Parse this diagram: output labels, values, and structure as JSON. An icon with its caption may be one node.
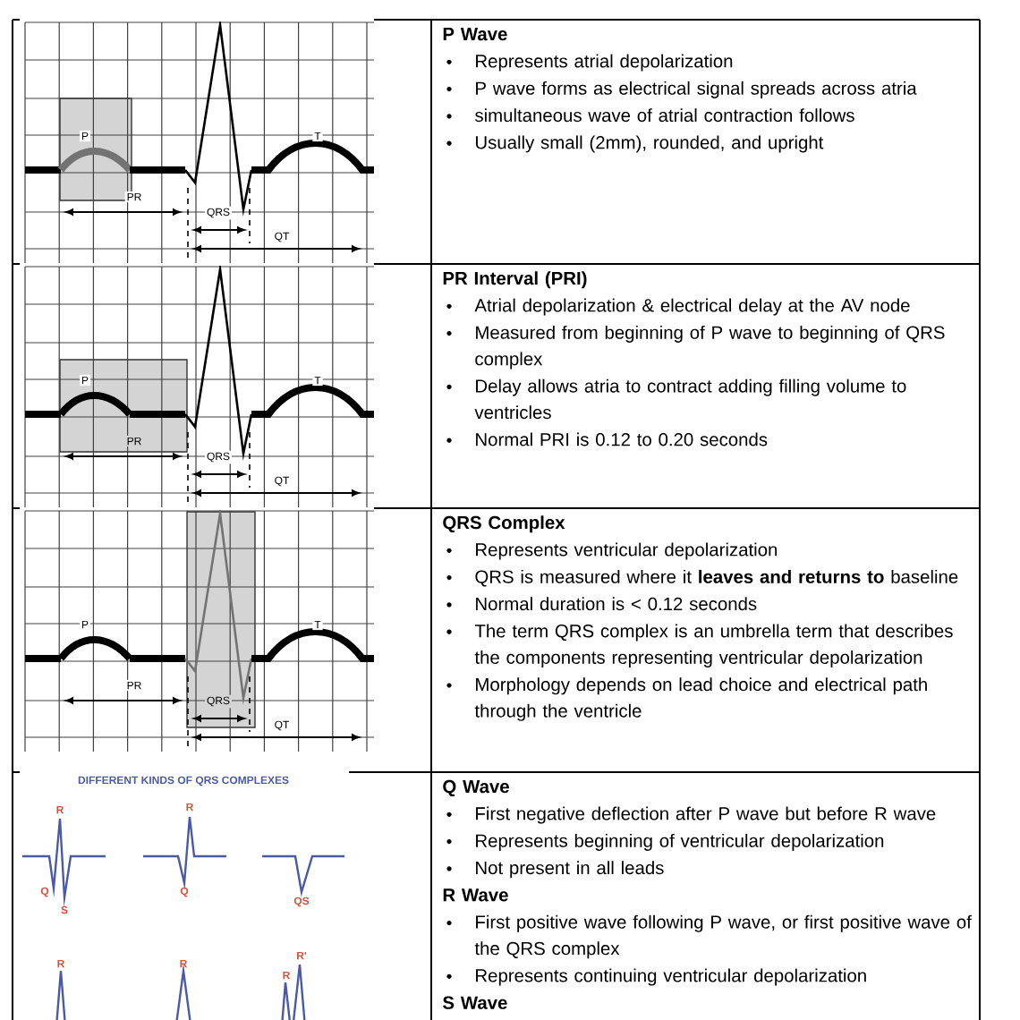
{
  "diagram": {
    "labels": [
      "P",
      "T",
      "PR",
      "QRS",
      "QT",
      "P Wave",
      "Represents atrial depolarization",
      "P wave forms as electrical signal spreads across atria",
      "simultaneous wave of atrial contraction follows",
      "Usually small (2mm), rounded, and upright",
      "P",
      "T",
      "PR",
      "QRS",
      "QT",
      "PR Interval (PRI)",
      "Atrial depolarization & electrical delay at the AV node",
      "Measured from beginning of P wave to beginning of QRS complex",
      "Delay allows atria to contract adding filling volume to ventricles",
      "Normal PRI is 0.12 to 0.20 seconds",
      "P",
      "T",
      "PR",
      "QRS",
      "QT",
      "QRS Complex",
      "Represents ventricular depolarization",
      "QRS is measured where it **leaves and returns to** baseline",
      "Normal duration is < 0.12 seconds",
      "The term QRS complex is an umbrella term that describes the components representing ventricular depolarization",
      "Morphology depends on lead choice and electrical path through the ventricle",
      "DIFFERENT KINDS OF QRS COMPLEXES",
      "R",
      "R",
      "Q",
      "S",
      "Q",
      "QS",
      "R",
      "R",
      "R",
      "R'",
      "Q Wave",
      "First negative deflection after P wave but before R wave",
      "Represents beginning of ventricular depolarization",
      "Not present in all leads",
      "R Wave",
      "First positive wave following P wave, or first positive wave of the QRS complex",
      "Represents continuing ventricular depolarization",
      "S Wave"
    ]
  }
}
